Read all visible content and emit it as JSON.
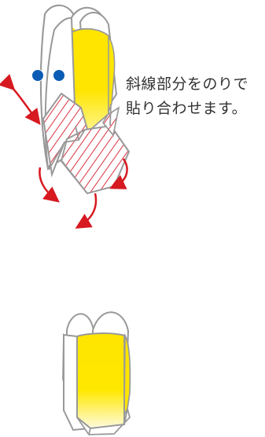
{
  "instruction": {
    "line1": "斜線部分をのりで",
    "line2": "貼り合わせます。"
  },
  "colors": {
    "paper_outline": "#999999",
    "paper_face": "#ffffff",
    "paper_shadow": "#f2f2f2",
    "yellow": "#ffe500",
    "yellow_light": "#fff8a8",
    "glue_hatch": "#d93240",
    "marker_blue": "#0b5cb5",
    "arrow_red": "#d71920",
    "text": "#333333"
  },
  "icons": {
    "fold_marker": "blue-dot-icon",
    "motion_arrow": "curved-red-arrow-icon",
    "glue_area": "red-hatch-pattern"
  }
}
